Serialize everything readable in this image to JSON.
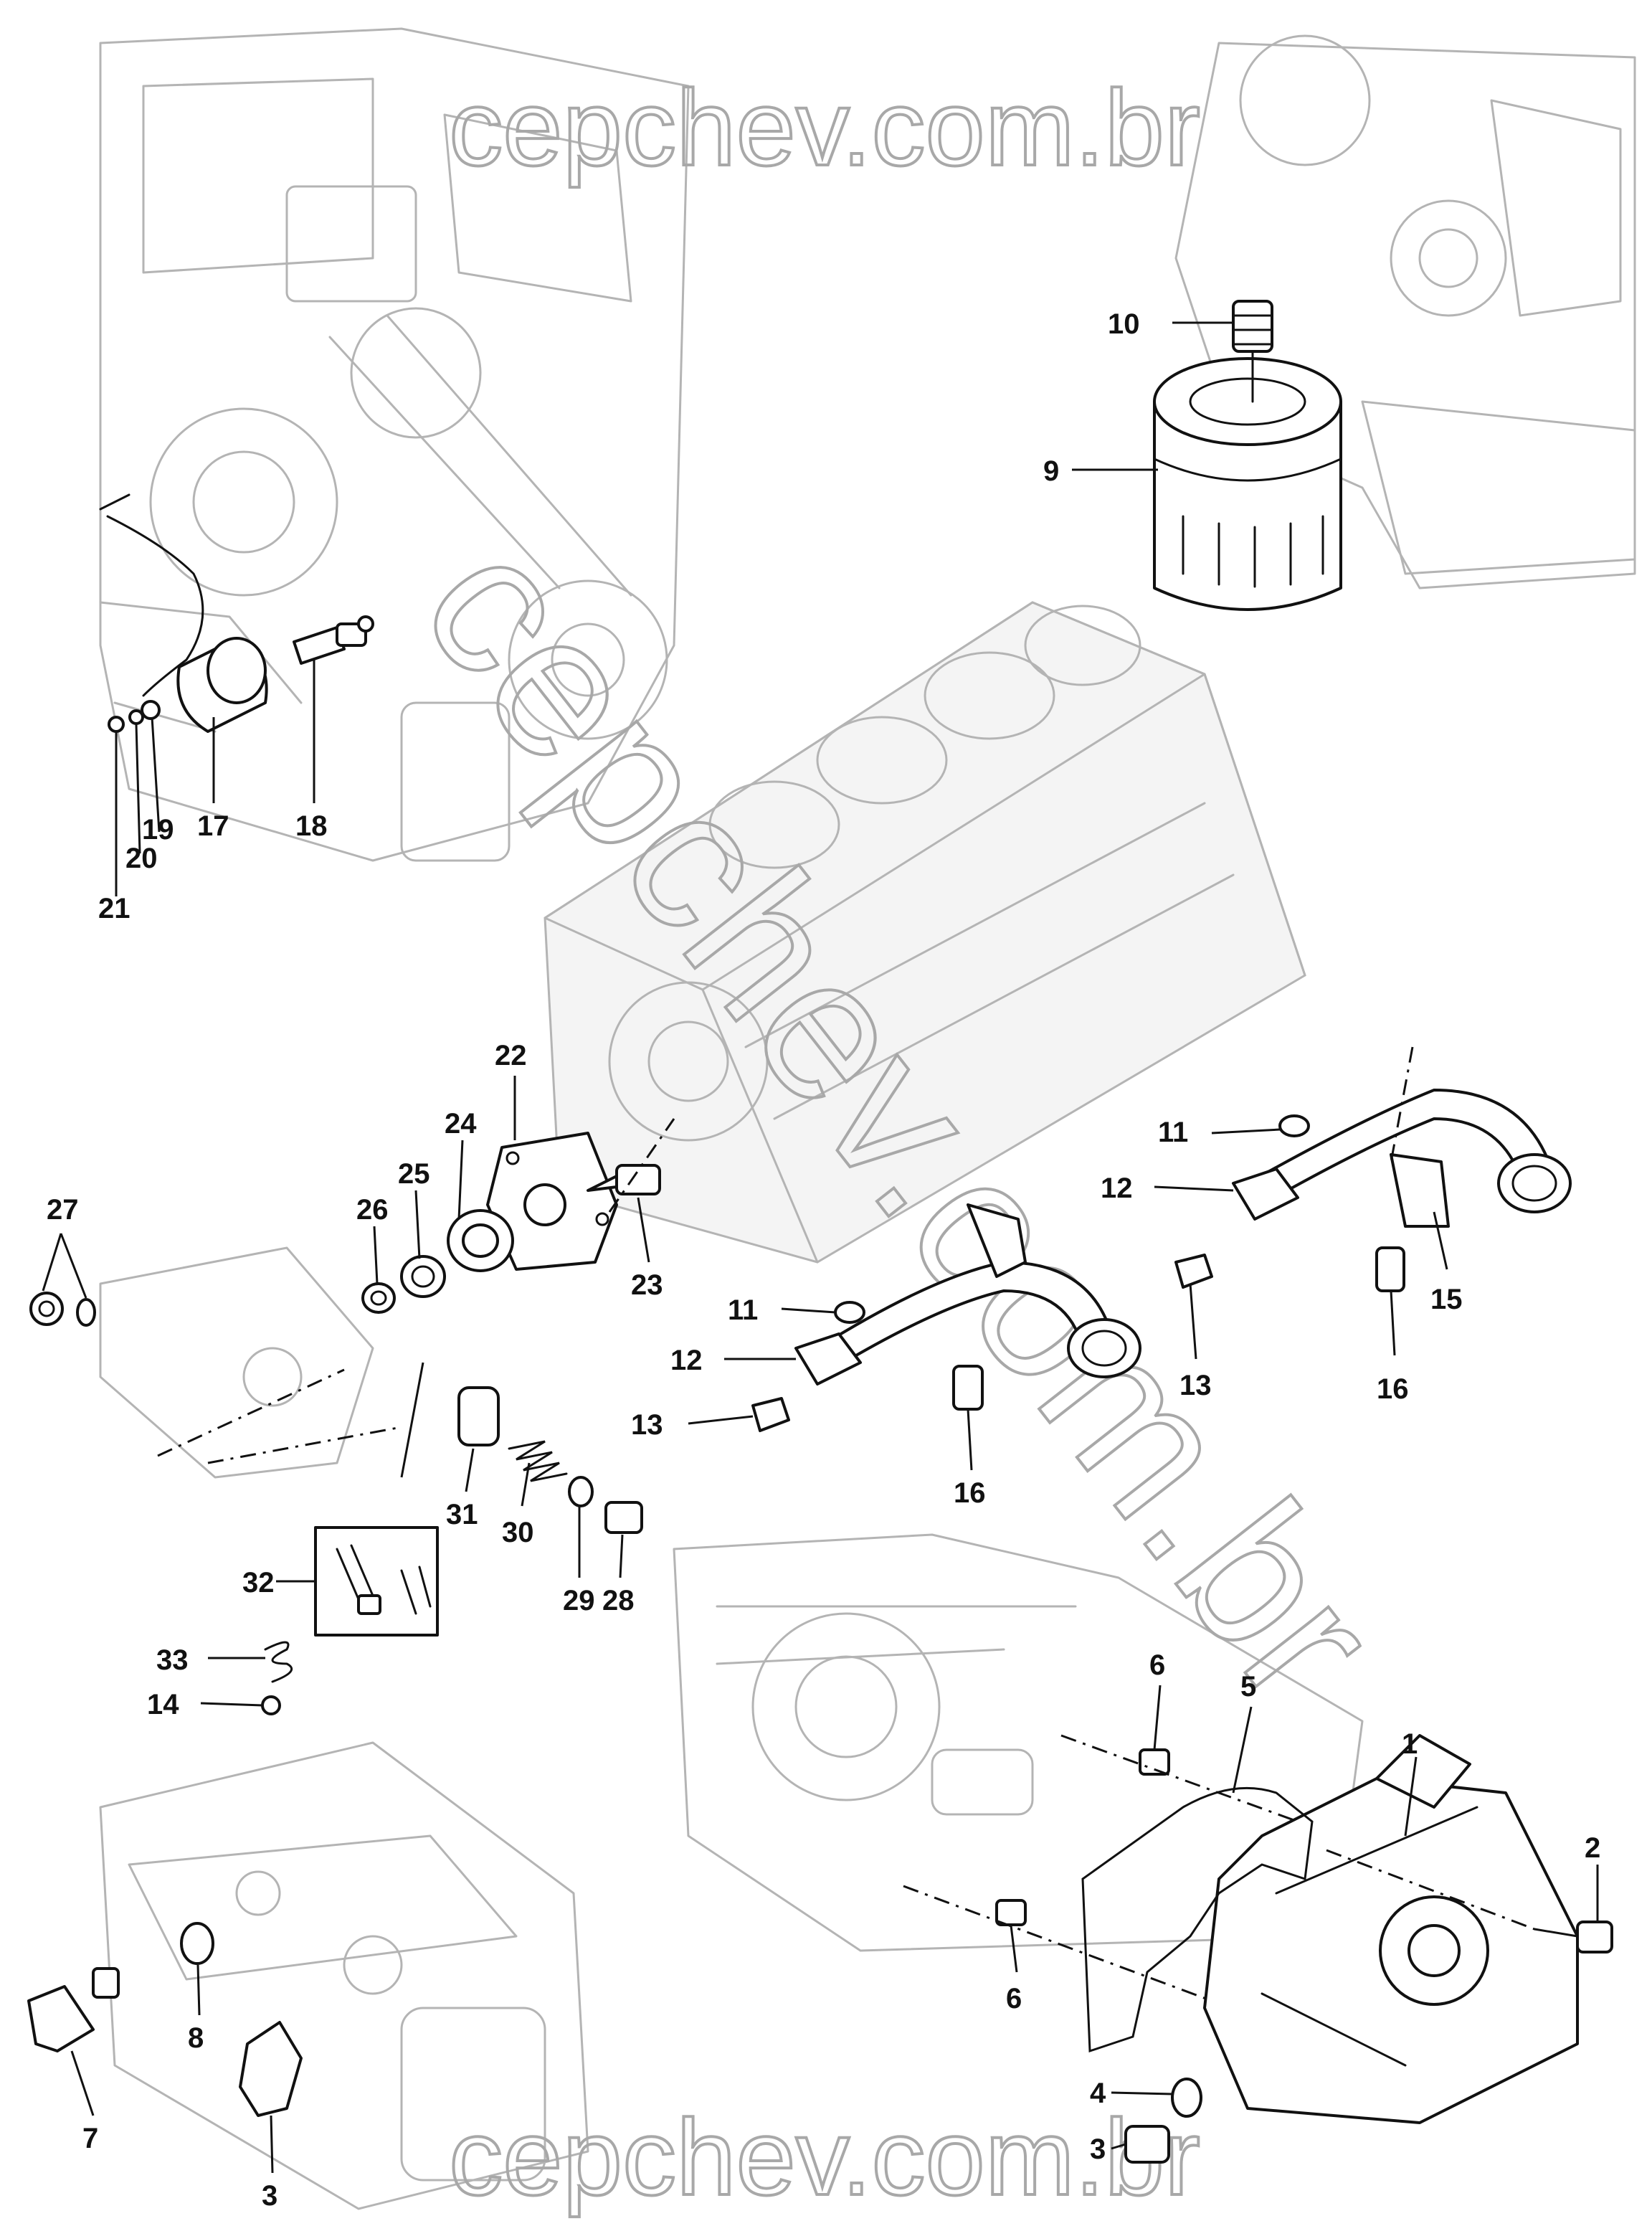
{
  "watermark": {
    "top": "cepchev.com.br",
    "bottom": "cepchev.com.br",
    "diagonal": "cepchev.com.br"
  },
  "callouts": [
    {
      "id": "c1",
      "label": "1"
    },
    {
      "id": "c2",
      "label": "2"
    },
    {
      "id": "c3a",
      "label": "3"
    },
    {
      "id": "c3b",
      "label": "3"
    },
    {
      "id": "c4",
      "label": "4"
    },
    {
      "id": "c5",
      "label": "5"
    },
    {
      "id": "c6a",
      "label": "6"
    },
    {
      "id": "c6b",
      "label": "6"
    },
    {
      "id": "c7",
      "label": "7"
    },
    {
      "id": "c8",
      "label": "8"
    },
    {
      "id": "c9",
      "label": "9"
    },
    {
      "id": "c10",
      "label": "10"
    },
    {
      "id": "c11a",
      "label": "11"
    },
    {
      "id": "c11b",
      "label": "11"
    },
    {
      "id": "c12a",
      "label": "12"
    },
    {
      "id": "c12b",
      "label": "12"
    },
    {
      "id": "c13a",
      "label": "13"
    },
    {
      "id": "c13b",
      "label": "13"
    },
    {
      "id": "c14",
      "label": "14"
    },
    {
      "id": "c15",
      "label": "15"
    },
    {
      "id": "c16a",
      "label": "16"
    },
    {
      "id": "c16b",
      "label": "16"
    },
    {
      "id": "c17",
      "label": "17"
    },
    {
      "id": "c18",
      "label": "18"
    },
    {
      "id": "c19",
      "label": "19"
    },
    {
      "id": "c20",
      "label": "20"
    },
    {
      "id": "c21",
      "label": "21"
    },
    {
      "id": "c22",
      "label": "22"
    },
    {
      "id": "c23",
      "label": "23"
    },
    {
      "id": "c24",
      "label": "24"
    },
    {
      "id": "c25",
      "label": "25"
    },
    {
      "id": "c26",
      "label": "26"
    },
    {
      "id": "c27",
      "label": "27"
    },
    {
      "id": "c28",
      "label": "28"
    },
    {
      "id": "c29",
      "label": "29"
    },
    {
      "id": "c30",
      "label": "30"
    },
    {
      "id": "c31",
      "label": "31"
    },
    {
      "id": "c32",
      "label": "32"
    },
    {
      "id": "c33",
      "label": "33"
    }
  ]
}
